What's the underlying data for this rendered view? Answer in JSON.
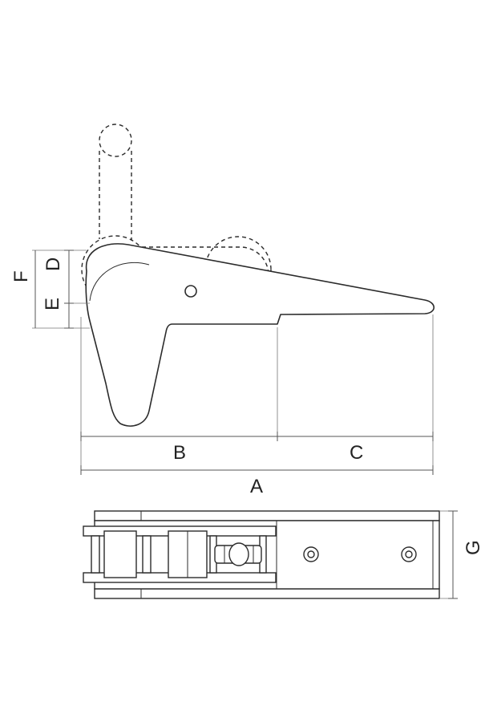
{
  "diagram": {
    "labels": {
      "A": "A",
      "B": "B",
      "C": "C",
      "D": "D",
      "E": "E",
      "F": "F",
      "G": "G"
    },
    "colors": {
      "line": "#2b2b2b",
      "dimension": "#555555",
      "background": "#ffffff"
    }
  }
}
